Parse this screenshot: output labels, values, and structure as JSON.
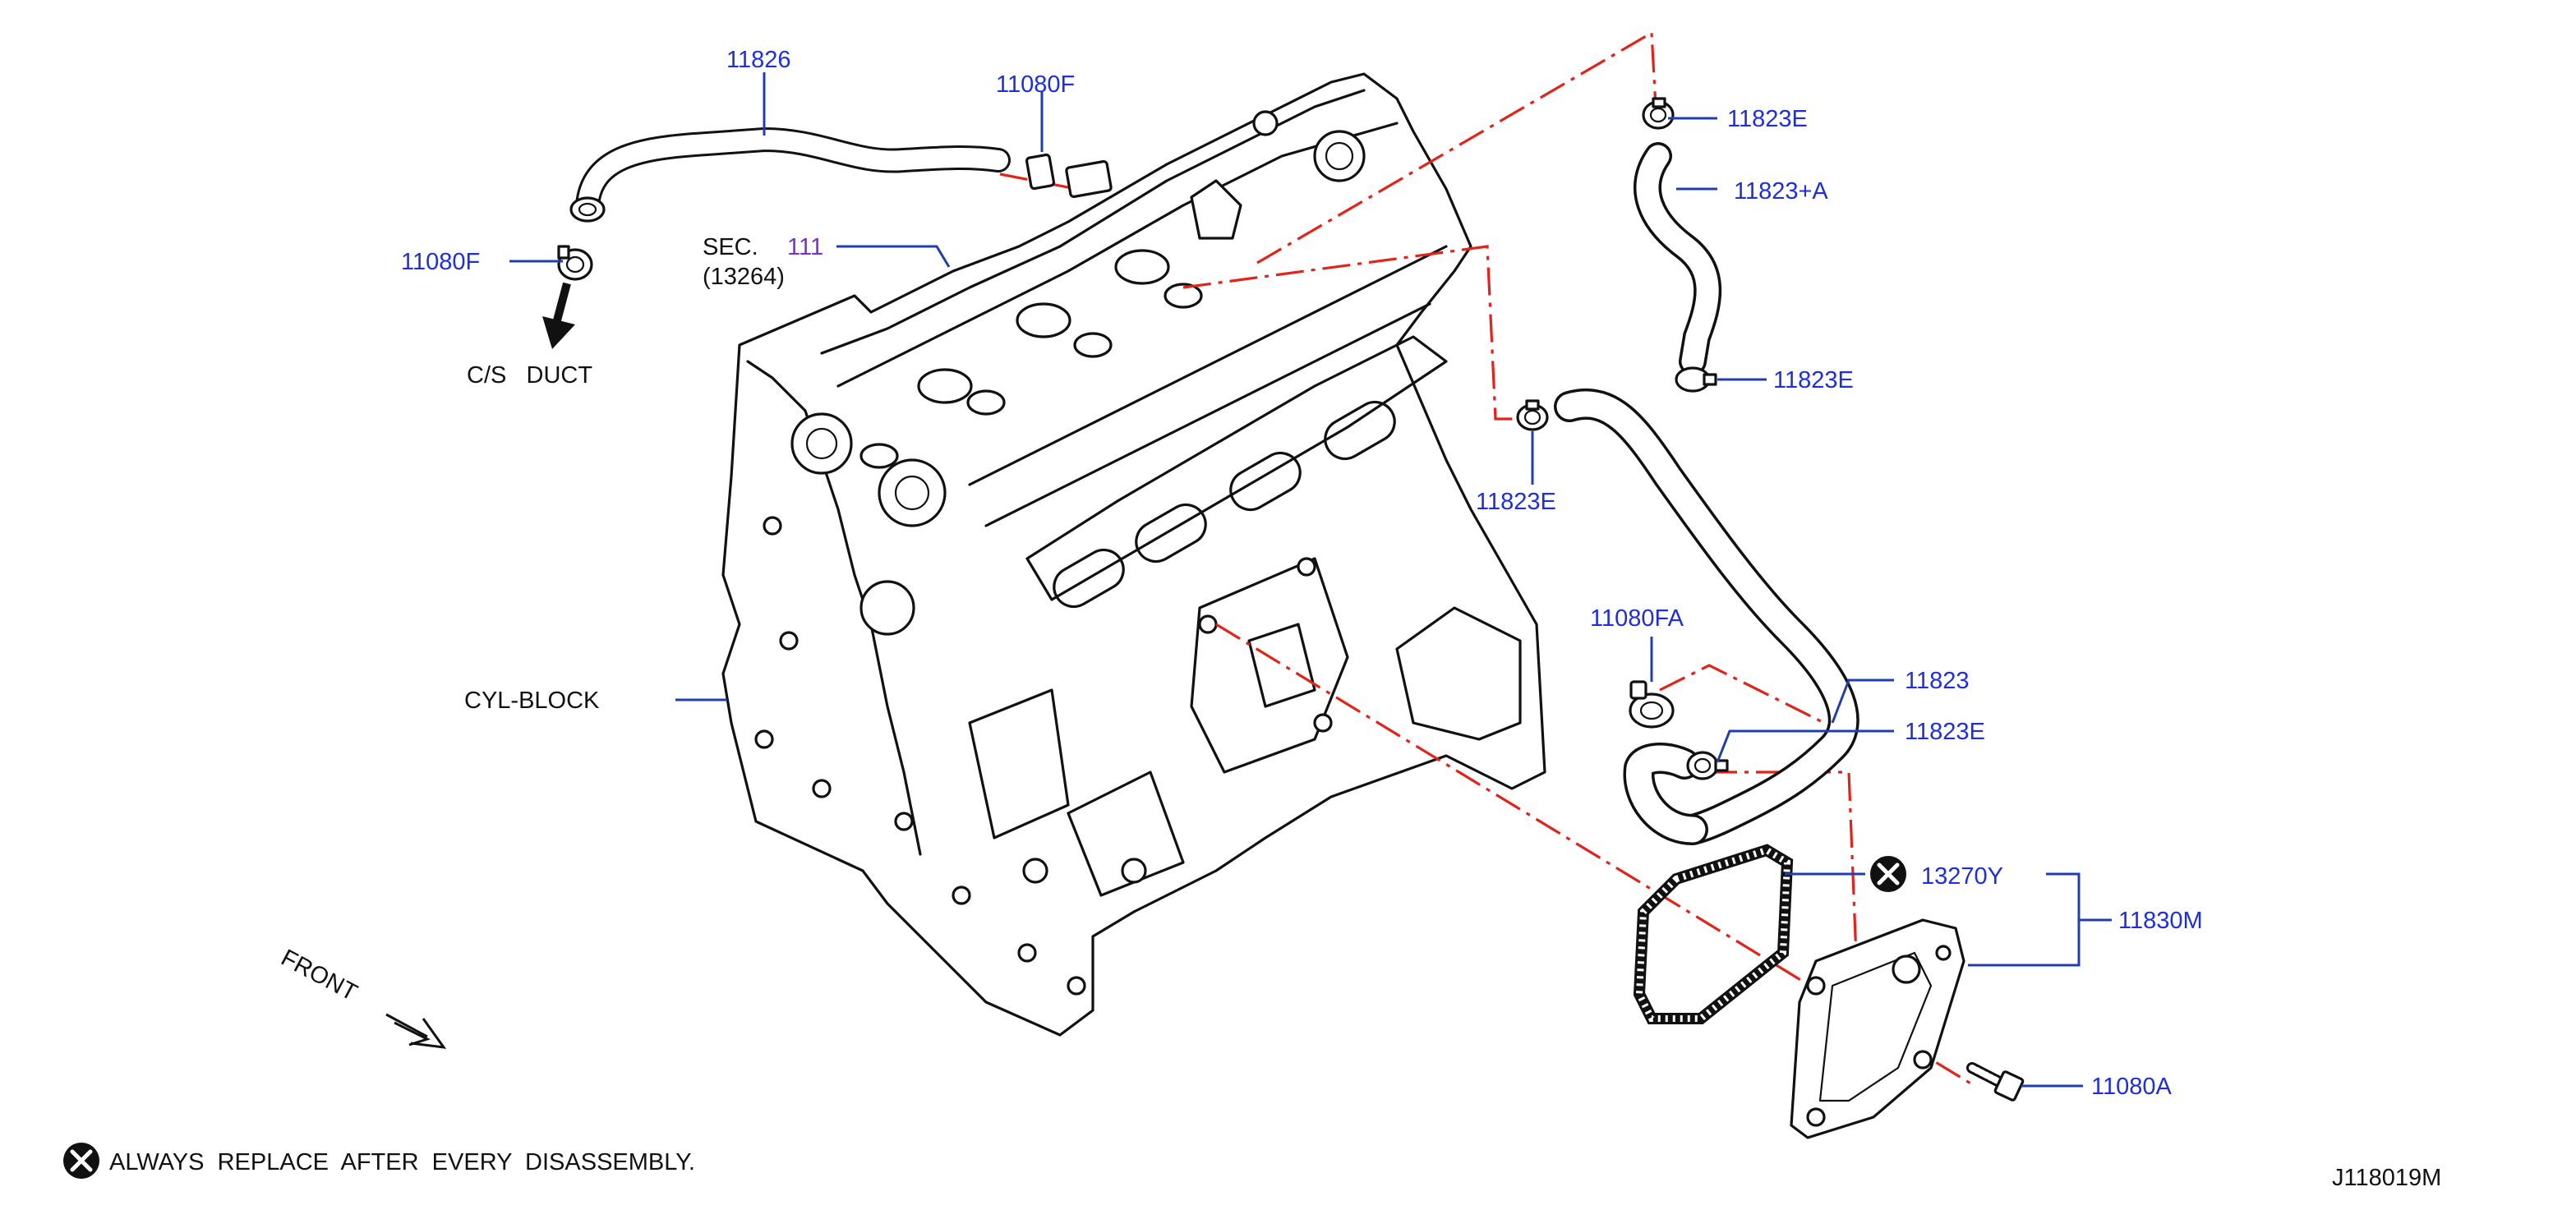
{
  "diagram_id": "J118019M",
  "labels": {
    "hose_11826": "11826",
    "clamp_11080F_top": "11080F",
    "clamp_11080F_left": "11080F",
    "sec_prefix": "SEC.",
    "sec_num": "111",
    "sec_ref": "(13264)",
    "cs_duct": "C/S   DUCT",
    "cyl_block": "CYL-BLOCK",
    "front": "FRONT",
    "clamp_11823E_top": "11823E",
    "hose_11823A": "11823+A",
    "clamp_11823E_mid": "11823E",
    "clamp_11823E_left": "11823E",
    "clamp_11080FA": "11080FA",
    "hose_11823": "11823",
    "clamp_11823E_low": "11823E",
    "gasket_13270Y": "13270Y",
    "cover_11830M": "11830M",
    "bolt_11080A": "11080A"
  },
  "footnote": {
    "text": "ALWAYS  REPLACE  AFTER  EVERY  DISASSEMBLY."
  },
  "colors": {
    "part_number": "#1f2fd8",
    "section_number": "#7a2fd0",
    "leader": "#1f3fb0",
    "centerline": "#e2231a",
    "outline": "#111111"
  }
}
